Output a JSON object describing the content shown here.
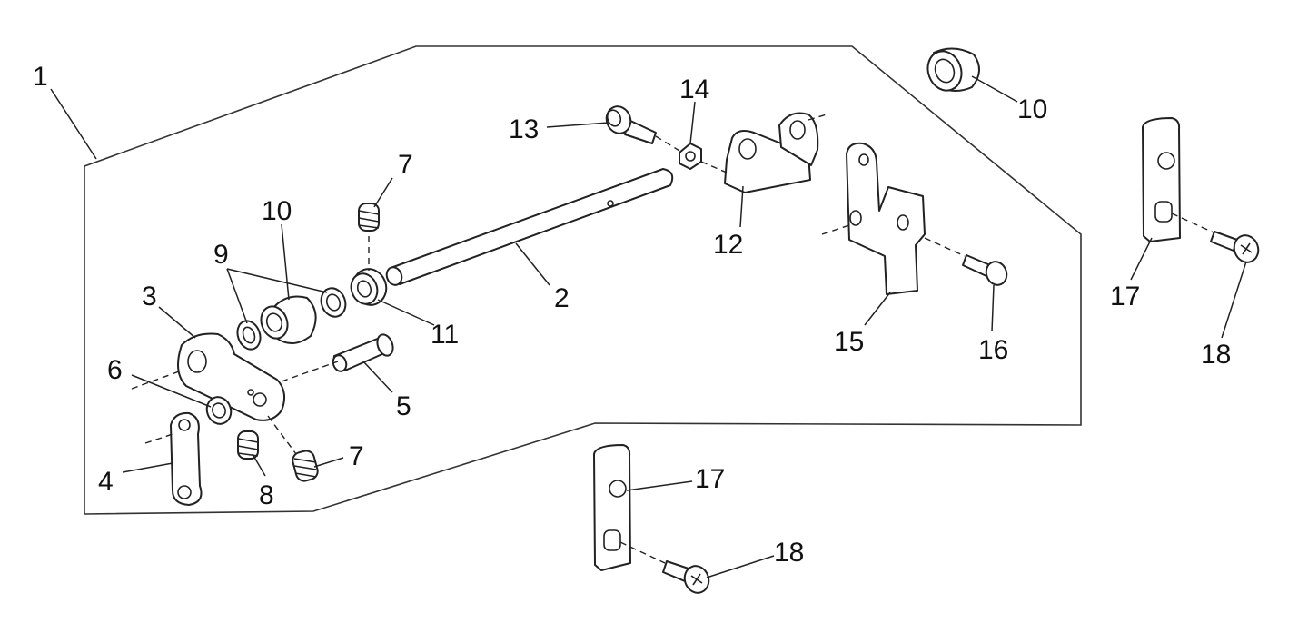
{
  "labels": {
    "l1": "1",
    "l2": "2",
    "l3": "3",
    "l4": "4",
    "l5": "5",
    "l6": "6",
    "l7a": "7",
    "l7b": "7",
    "l8": "8",
    "l9": "9",
    "l10a": "10",
    "l10b": "10",
    "l11": "11",
    "l12": "12",
    "l13": "13",
    "l14": "14",
    "l15": "15",
    "l16": "16",
    "l17a": "17",
    "l17b": "17",
    "l18a": "18",
    "l18b": "18"
  }
}
